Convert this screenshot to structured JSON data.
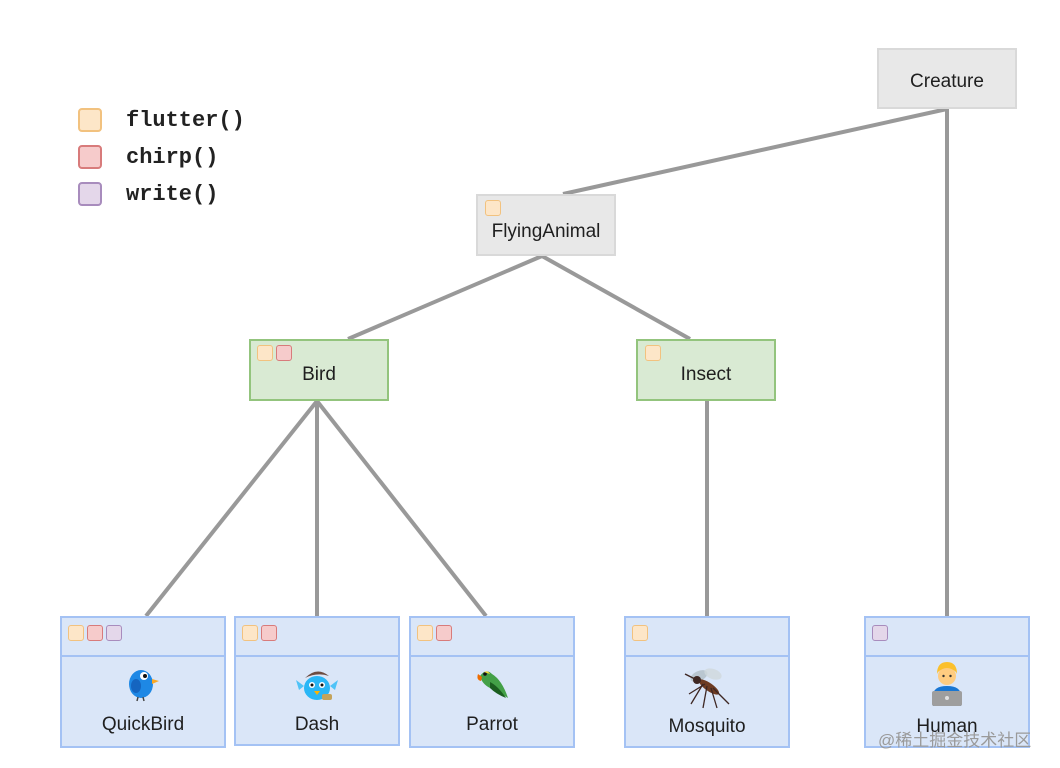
{
  "colors": {
    "flutter_fill": "#fde6c8",
    "flutter_border": "#f2c27f",
    "chirp_fill": "#f6cbcb",
    "chirp_border": "#d87b7b",
    "write_fill": "#e4d7ea",
    "write_border": "#a88cbd",
    "edge": "#999999"
  },
  "legend": [
    {
      "label": "flutter()",
      "color_key": "flutter"
    },
    {
      "label": "chirp()",
      "color_key": "chirp"
    },
    {
      "label": "write()",
      "color_key": "write"
    }
  ],
  "nodes": {
    "creature": {
      "label": "Creature",
      "methods": []
    },
    "flying_animal": {
      "label": "FlyingAnimal",
      "methods": [
        "flutter"
      ]
    },
    "bird": {
      "label": "Bird",
      "methods": [
        "flutter",
        "chirp"
      ]
    },
    "insect": {
      "label": "Insect",
      "methods": [
        "flutter"
      ]
    }
  },
  "leaves": {
    "quickbird": {
      "label": "QuickBird",
      "icon": "blue-bird-icon",
      "methods": [
        "flutter",
        "chirp",
        "write"
      ]
    },
    "dash": {
      "label": "Dash",
      "icon": "dash-mascot-icon",
      "methods": [
        "flutter",
        "chirp"
      ]
    },
    "parrot": {
      "label": "Parrot",
      "icon": "parrot-icon",
      "methods": [
        "flutter",
        "chirp"
      ]
    },
    "mosquito": {
      "label": "Mosquito",
      "icon": "mosquito-icon",
      "methods": [
        "flutter"
      ]
    },
    "human": {
      "label": "Human",
      "icon": "technologist-icon",
      "methods": [
        "write"
      ]
    }
  },
  "edges": [
    [
      "creature",
      "flying_animal"
    ],
    [
      "creature",
      "human"
    ],
    [
      "flying_animal",
      "bird"
    ],
    [
      "flying_animal",
      "insect"
    ],
    [
      "bird",
      "quickbird"
    ],
    [
      "bird",
      "dash"
    ],
    [
      "bird",
      "parrot"
    ],
    [
      "insect",
      "mosquito"
    ]
  ],
  "watermark": "@稀土掘金技术社区"
}
